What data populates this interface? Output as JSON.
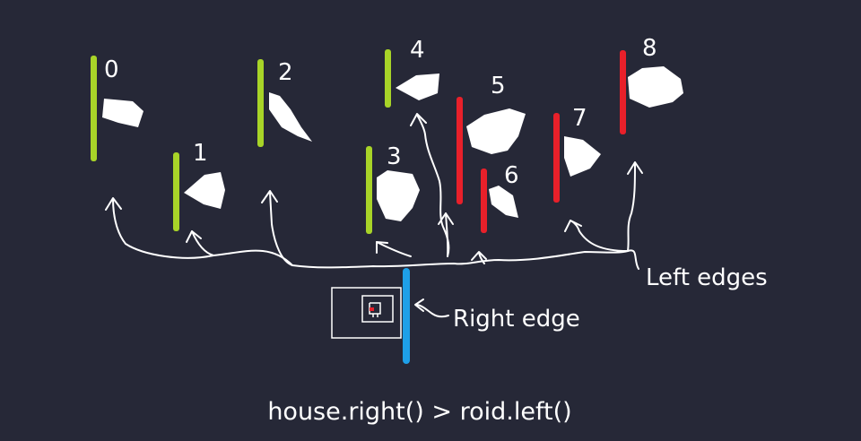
{
  "colors": {
    "background": "#262837",
    "edge_left_clear": "#a8d428",
    "edge_left_hit": "#e8202a",
    "edge_right": "#1ea0e8",
    "stroke": "#ffffff",
    "house_marker": "#e8202a"
  },
  "roids": [
    {
      "label": "0",
      "edge": "edge_left_clear"
    },
    {
      "label": "1",
      "edge": "edge_left_clear"
    },
    {
      "label": "2",
      "edge": "edge_left_clear"
    },
    {
      "label": "3",
      "edge": "edge_left_clear"
    },
    {
      "label": "4",
      "edge": "edge_left_clear"
    },
    {
      "label": "5",
      "edge": "edge_left_hit"
    },
    {
      "label": "6",
      "edge": "edge_left_hit"
    },
    {
      "label": "7",
      "edge": "edge_left_hit"
    },
    {
      "label": "8",
      "edge": "edge_left_hit"
    }
  ],
  "annotations": {
    "left_edges": "Left edges",
    "right_edge": "Right edge"
  },
  "caption": "house.right() > roid.left()"
}
